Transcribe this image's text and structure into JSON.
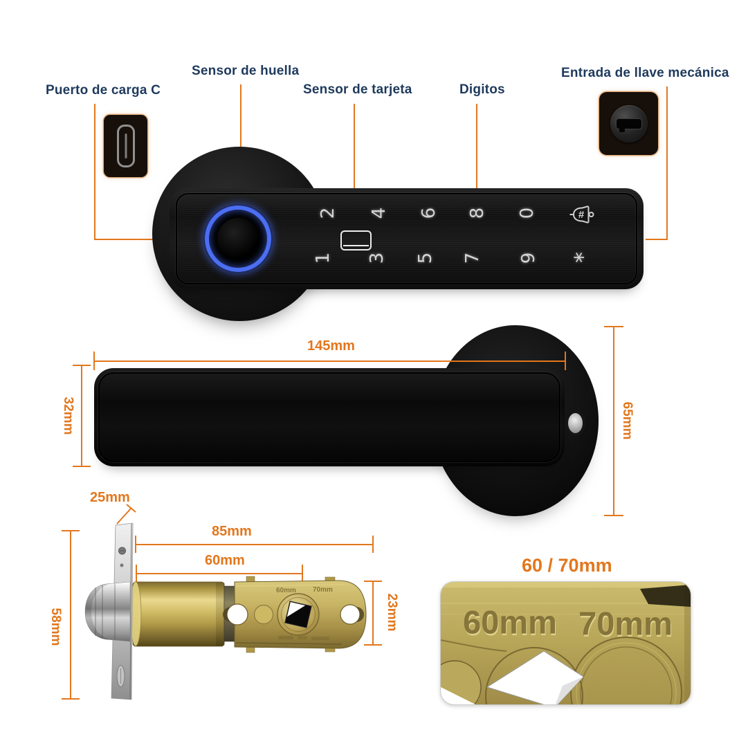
{
  "colors": {
    "accent_orange": "#e2771d",
    "label_navy": "#1e3a5c",
    "fingerprint_ring_blue": "#4b6ef2",
    "lock_black": "#111111",
    "brass": "#c8b465",
    "chrome": "#c2c2c2"
  },
  "callouts": {
    "charging_port": "Puerto de carga C",
    "fingerprint": "Sensor de huella",
    "card": "Sensor de tarjeta",
    "digits": "Digitos",
    "key_entry": "Entrada de llave mecánica"
  },
  "keypad": {
    "top": [
      "2",
      "4",
      "6",
      "8",
      "0"
    ],
    "bottom": [
      "1",
      "3",
      "5",
      "7",
      "9"
    ],
    "star": "*",
    "hash": "#"
  },
  "dims": {
    "handle_length": "145mm",
    "handle_height": "32mm",
    "rosette_height": "65mm",
    "faceplate_width": "25mm",
    "latch_total_length": "85mm",
    "backset": "60mm",
    "faceplate_height": "58mm",
    "latch_body_height": "23mm",
    "adjustable_backset": "60 / 70mm"
  },
  "stamp": {
    "left": "60mm",
    "right": "70mm"
  },
  "icons": {
    "charging_port": "usb-c-port-icon",
    "key_entry": "keyhole-icon",
    "card": "card-icon",
    "bell": "doorbell-hash-icon",
    "fingerprint": "fingerprint-ring-icon"
  }
}
